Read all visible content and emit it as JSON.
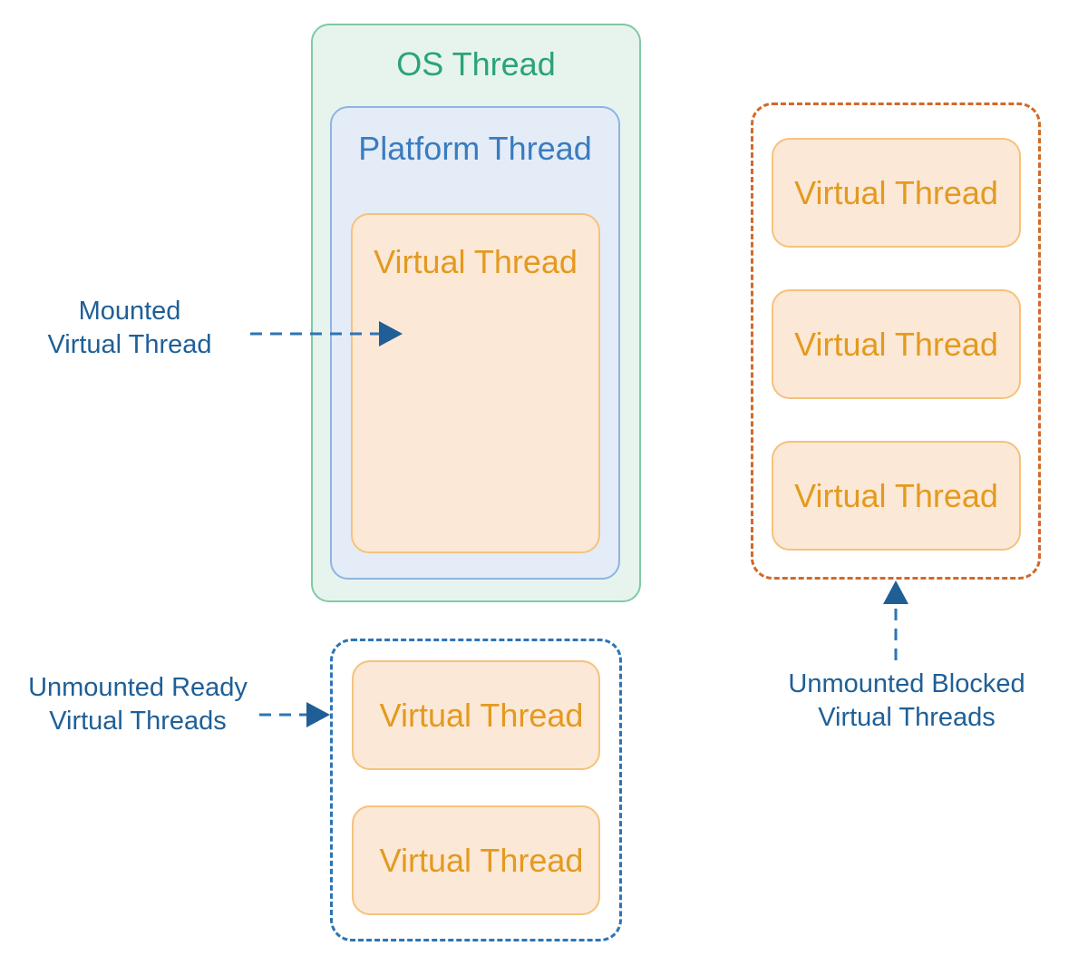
{
  "os_thread": {
    "title": "OS Thread"
  },
  "platform_thread": {
    "title": "Platform Thread"
  },
  "mounted_virtual_thread": {
    "label": "Virtual Thread"
  },
  "ready_group": {
    "threads": [
      "Virtual Thread",
      "Virtual Thread"
    ]
  },
  "blocked_group": {
    "threads": [
      "Virtual Thread",
      "Virtual Thread",
      "Virtual Thread"
    ]
  },
  "labels": {
    "mounted_line1": "Mounted",
    "mounted_line2": "Virtual Thread",
    "ready_line1": "Unmounted Ready",
    "ready_line2": "Virtual Threads",
    "blocked_line1": "Unmounted Blocked",
    "blocked_line2": "Virtual Threads"
  },
  "colors": {
    "os_border": "#7fcaa4",
    "platform_border": "#8fb4e3",
    "virtual_border": "#f5c27c",
    "ready_group_border": "#2e74b5",
    "blocked_group_border": "#d2692b",
    "arrow": "#2e74b5"
  }
}
